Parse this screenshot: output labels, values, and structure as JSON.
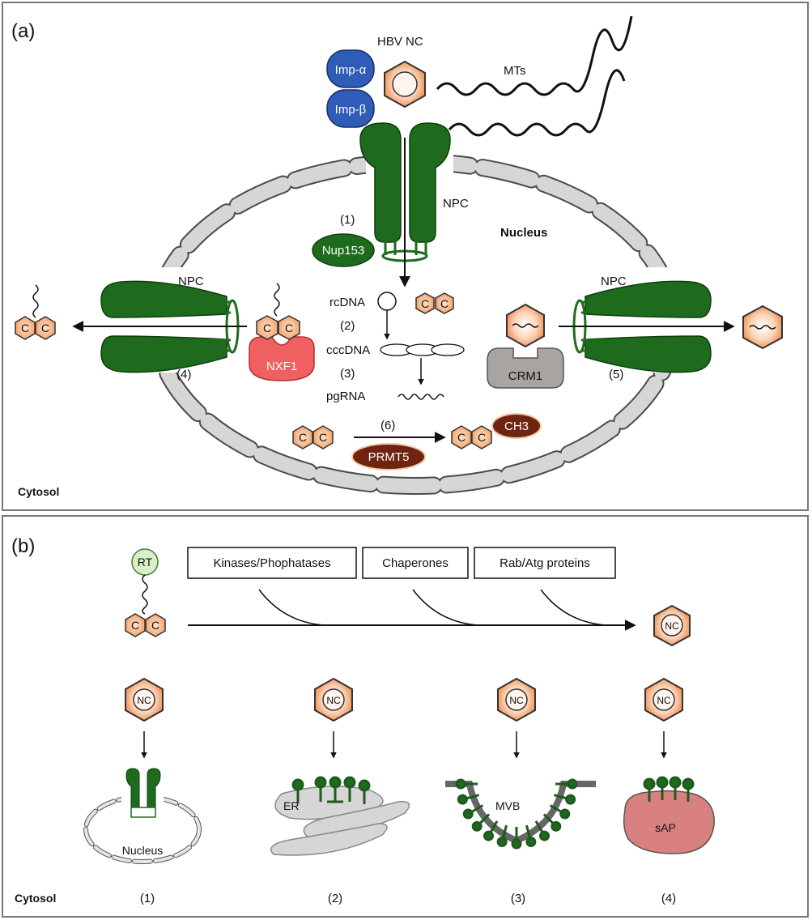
{
  "panel_a": {
    "tag": "(a)",
    "hbv_nc": "HBV NC",
    "imp_alpha": "Imp-α",
    "imp_beta": "Imp-β",
    "mts": "MTs",
    "npc_top": "NPC",
    "npc_left": "NPC",
    "npc_right": "NPC",
    "nucleus": "Nucleus",
    "step1": "(1)",
    "nup153": "Nup153",
    "rcdna": "rcDNA",
    "step2": "(2)",
    "cccdna": "cccDNA",
    "step3": "(3)",
    "pgrna": "pgRNA",
    "step4": "(4)",
    "step5": "(5)",
    "step6": "(6)",
    "nxf1": "NXF1",
    "crm1": "CRM1",
    "prmt5": "PRMT5",
    "ch3": "CH3",
    "capsid_letter": "C",
    "cytosol": "Cytosol"
  },
  "panel_b": {
    "tag": "(b)",
    "rt": "RT",
    "kinases": "Kinases/Phophatases",
    "chaperones": "Chaperones",
    "rab_atg": "Rab/Atg proteins",
    "nc": "NC",
    "nucleus": "Nucleus",
    "er": "ER",
    "mvb": "MVB",
    "sap": "sAP",
    "route1": "(1)",
    "route2": "(2)",
    "route3": "(3)",
    "route4": "(4)",
    "capsid_letter": "C",
    "cytosol": "Cytosol"
  },
  "colors": {
    "capsid_orange": "#ef8a4e",
    "npc_green": "#1e6b1e",
    "importin_blue": "#2f5cb8",
    "nxf1_red": "#f06060",
    "prmt5_brown": "#6e2410",
    "crm1_gray": "#a8a4a2",
    "envelope_gray": "#d6d6d6",
    "rt_green": "#d8f0c8",
    "sap_pink": "#d98080"
  }
}
